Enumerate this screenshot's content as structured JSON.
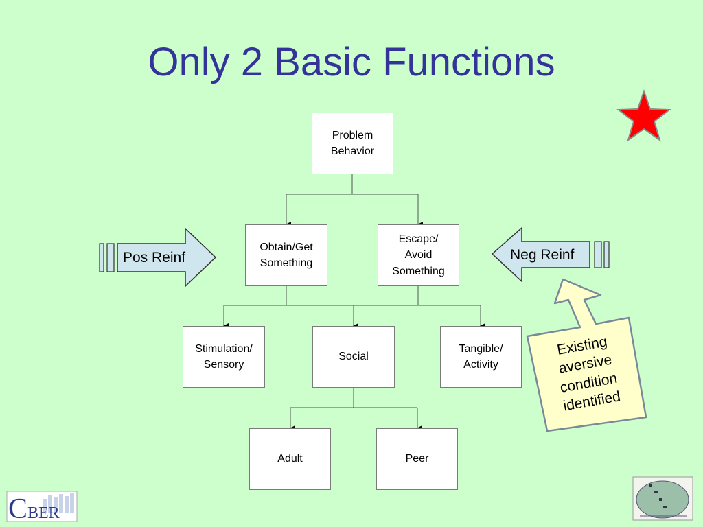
{
  "title": "Only 2 Basic Functions",
  "nodes": {
    "problem": "Problem\nBehavior",
    "obtain": "Obtain/Get\nSomething",
    "escape": "Escape/\nAvoid\nSomething",
    "stimulation": "Stimulation/\nSensory",
    "social": "Social",
    "tangible": "Tangible/\nActivity",
    "adult": "Adult",
    "peer": "Peer"
  },
  "arrows": {
    "pos": "Pos Reinf",
    "neg": "Neg Reinf"
  },
  "callout": "Existing\naversive\ncondition\nidentified",
  "logos": {
    "cber_initial": "C",
    "cber_rest": "BER"
  },
  "colors": {
    "background": "#ccffcc",
    "title": "#33339a",
    "arrow_fill": "#cfe6ee",
    "callout_fill": "#ffffcc",
    "star": "#ff0000"
  }
}
